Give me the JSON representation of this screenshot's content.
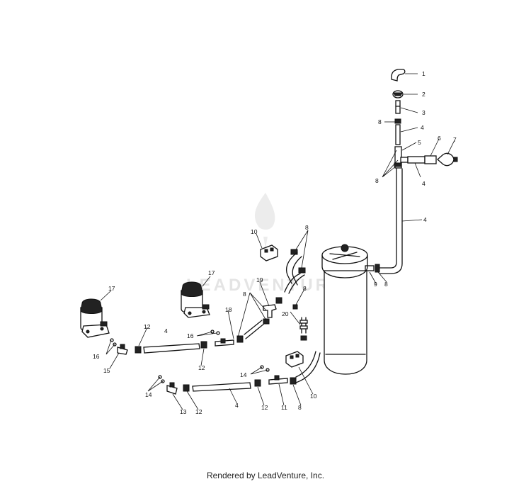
{
  "watermark": {
    "text": "LEADVENTURE"
  },
  "footer": {
    "text": "Rendered by LeadVenture, Inc."
  },
  "callouts": [
    {
      "id": "c1",
      "text": "1"
    },
    {
      "id": "c2",
      "text": "2"
    },
    {
      "id": "c3",
      "text": "3"
    },
    {
      "id": "c4a",
      "text": "4"
    },
    {
      "id": "c4b",
      "text": "4"
    },
    {
      "id": "c4c",
      "text": "4"
    },
    {
      "id": "c4d",
      "text": "4"
    },
    {
      "id": "c4e",
      "text": "4"
    },
    {
      "id": "c5",
      "text": "5"
    },
    {
      "id": "c6",
      "text": "6"
    },
    {
      "id": "c7",
      "text": "7"
    },
    {
      "id": "c8a",
      "text": "8"
    },
    {
      "id": "c8b",
      "text": "8"
    },
    {
      "id": "c8c",
      "text": "8"
    },
    {
      "id": "c8d",
      "text": "8"
    },
    {
      "id": "c8e",
      "text": "8"
    },
    {
      "id": "c8f",
      "text": "8"
    },
    {
      "id": "c8g",
      "text": "8"
    },
    {
      "id": "c9",
      "text": "9"
    },
    {
      "id": "c10a",
      "text": "10"
    },
    {
      "id": "c10b",
      "text": "10"
    },
    {
      "id": "c11",
      "text": "11"
    },
    {
      "id": "c12a",
      "text": "12"
    },
    {
      "id": "c12b",
      "text": "12"
    },
    {
      "id": "c12c",
      "text": "12"
    },
    {
      "id": "c12d",
      "text": "12"
    },
    {
      "id": "c13",
      "text": "13"
    },
    {
      "id": "c14a",
      "text": "14"
    },
    {
      "id": "c14b",
      "text": "14"
    },
    {
      "id": "c15",
      "text": "15"
    },
    {
      "id": "c16a",
      "text": "16"
    },
    {
      "id": "c16b",
      "text": "16"
    },
    {
      "id": "c17a",
      "text": "17"
    },
    {
      "id": "c17b",
      "text": "17"
    },
    {
      "id": "c18",
      "text": "18"
    },
    {
      "id": "c19",
      "text": "19"
    },
    {
      "id": "c20",
      "text": "20"
    }
  ]
}
